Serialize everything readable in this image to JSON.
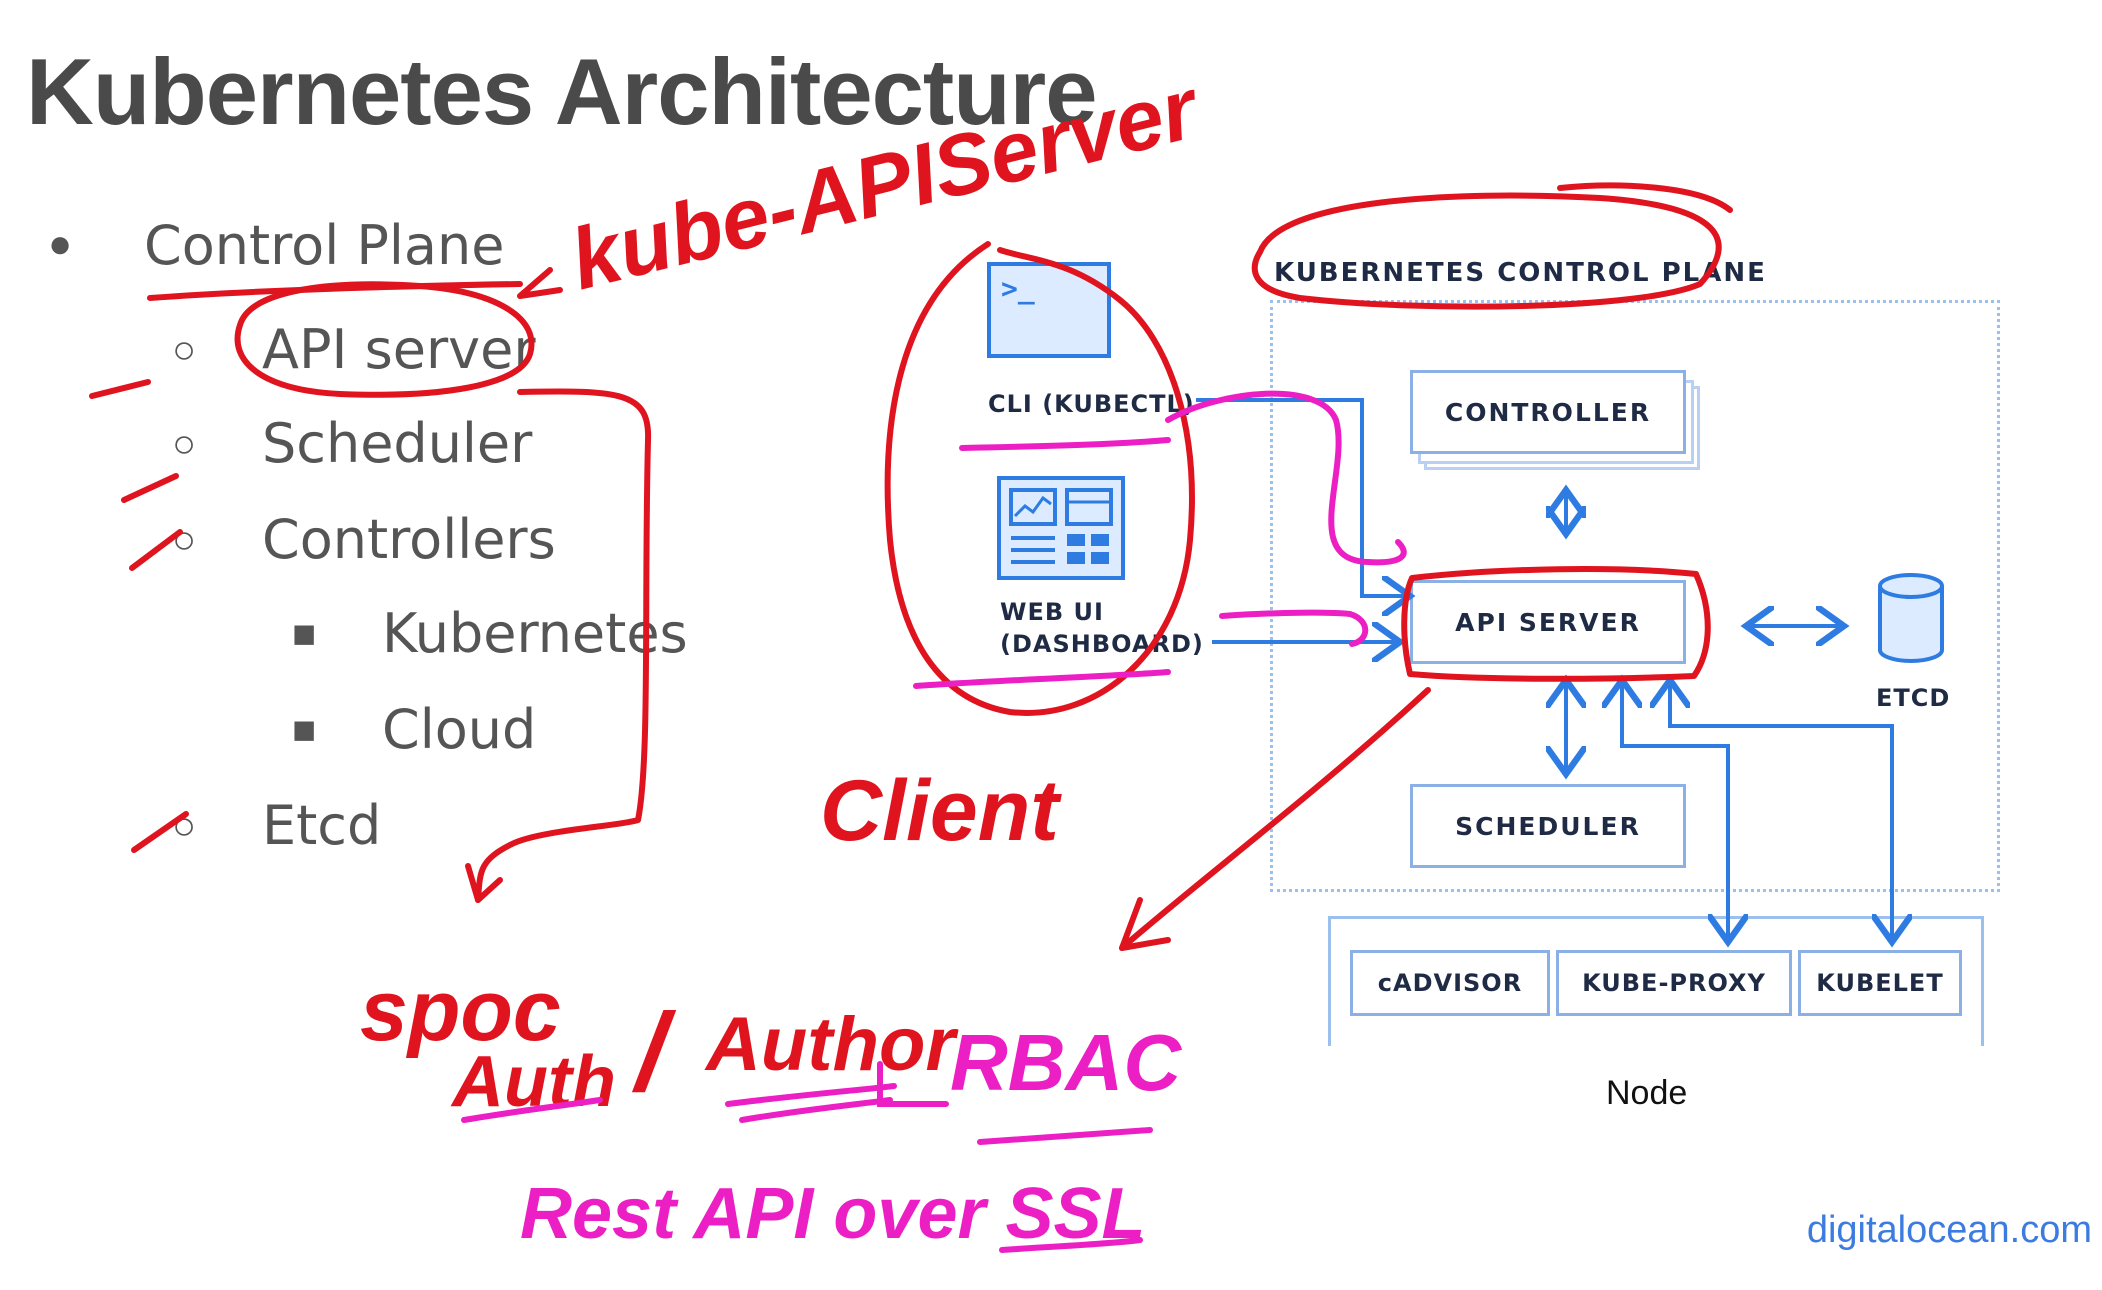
{
  "title": "Kubernetes Architecture",
  "outline": {
    "level1": "Control Plane",
    "level2_items": [
      "API server",
      "Scheduler",
      "Controllers"
    ],
    "level3_items": [
      "Kubernetes",
      "Cloud"
    ],
    "last_item": "Etcd"
  },
  "diagram": {
    "control_plane_label": "KUBERNETES CONTROL PLANE",
    "cli_label": "CLI (KUBECTL)",
    "cli_prompt": ">_",
    "webui_label_line1": "WEB UI",
    "webui_label_line2": "(DASHBOARD)",
    "controller": "CONTROLLER",
    "api_server": "API SERVER",
    "scheduler": "SCHEDULER",
    "etcd": "ETCD",
    "node_components": [
      "cADVISOR",
      "KUBE-PROXY",
      "KUBELET"
    ],
    "node_caption": "Node"
  },
  "handwriting": {
    "kube_apiserver": "kube-APIServer",
    "client": "Client",
    "spoc": "spoc",
    "auth": "Auth",
    "separator": "/",
    "author": "Author",
    "rbac": "RBAC",
    "rest_api": "Rest API over SSL"
  },
  "footer": {
    "link": "digitalocean.com"
  },
  "colors": {
    "diagram_blue": "#2e7be2",
    "box_border": "#8ab0e6",
    "ink_red": "#e0141e",
    "ink_magenta": "#ec1fc4",
    "title_gray": "#4a4a4a"
  }
}
